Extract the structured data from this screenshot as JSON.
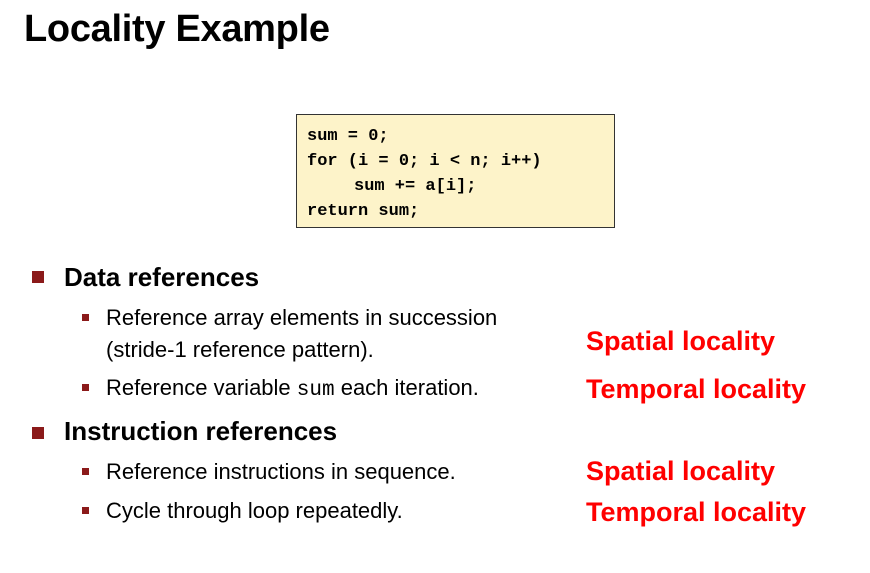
{
  "title": "Locality Example",
  "code": {
    "lines": [
      "sum = 0;",
      "for (i = 0; i < n; i++)",
      "sum += a[i];",
      "return sum;"
    ]
  },
  "sections": [
    {
      "heading": "Data references",
      "items": [
        {
          "text_line1": "Reference array elements in succession",
          "text_line2": "(stride-1 reference pattern).",
          "locality": "Spatial locality"
        },
        {
          "text_before": "Reference variable ",
          "code": "sum",
          "text_after": " each iteration.",
          "locality": "Temporal locality"
        }
      ]
    },
    {
      "heading": "Instruction references",
      "items": [
        {
          "text": "Reference instructions in sequence.",
          "locality": "Spatial locality"
        },
        {
          "text": "Cycle through loop repeatedly.",
          "locality": "Temporal locality"
        }
      ]
    }
  ],
  "colors": {
    "bullet": "#8b1a1a",
    "locality": "#ff0000",
    "code_bg": "#fdf3c9"
  }
}
